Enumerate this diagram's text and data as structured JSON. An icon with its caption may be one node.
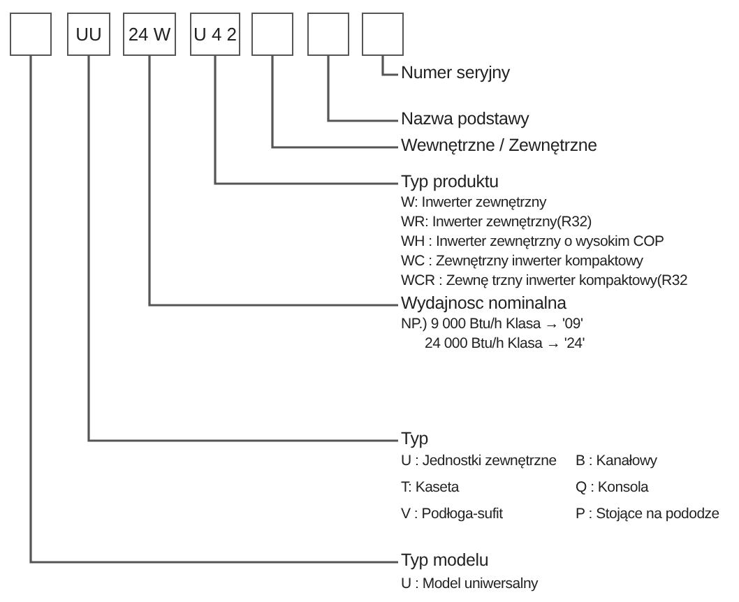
{
  "diagram": {
    "nodes": [
      {
        "text": [],
        "shape": "box"
      },
      {
        "text": [
          "UU"
        ]
      },
      {
        "text": [
          "24 W"
        ]
      },
      {
        "text": [
          "U 4 2"
        ]
      },
      {
        "text": [],
        "shape": "box"
      },
      {
        "text": [],
        "shape": "box"
      },
      {
        "text": [],
        "shape": "box"
      },
      {
        "text": [
          "Numer seryjny"
        ]
      },
      {
        "text": [
          "Nazwa podstawy"
        ]
      },
      {
        "text": [
          "Wewnętrzne / Zewnętrzne"
        ]
      },
      {
        "text": [
          "Typ produktu",
          "W: Inwerter zewnętrzny",
          "WR: Inwerter zewnętrzny(R32)",
          "WH : Inwerter zewnętrzny o wysokim COP",
          "WC : Zewnętrzny inwerter kompaktowy",
          "WCR : Zewnę trzny inwerter kompaktowy(R32"
        ]
      },
      {
        "text": [
          "Wydajnosc nominalna",
          "NP.) 9 000 Btu/h Klasa → '09'",
          "24 000 Btu/h Klasa → '24'"
        ]
      },
      {
        "text": [
          "Typ",
          "U : Jednostki zewnętrzne",
          "B : Kanałowy",
          "T: Kaseta",
          "Q : Konsola",
          "V : Podłoga-sufit",
          "P : Stojące na pododze"
        ]
      },
      {
        "text": [
          "Typ modelu",
          "U : Model uniwersalny"
        ]
      }
    ],
    "edges": [
      {
        "from": 6,
        "to": 7,
        "arrow": "none"
      },
      {
        "from": 5,
        "to": 8,
        "arrow": "none"
      },
      {
        "from": 4,
        "to": 9,
        "arrow": "none"
      },
      {
        "from": 3,
        "to": 10,
        "arrow": "none"
      },
      {
        "from": 2,
        "to": 11,
        "arrow": "none"
      },
      {
        "from": 1,
        "to": 12,
        "arrow": "none"
      },
      {
        "from": 0,
        "to": 13,
        "arrow": "none"
      }
    ]
  }
}
